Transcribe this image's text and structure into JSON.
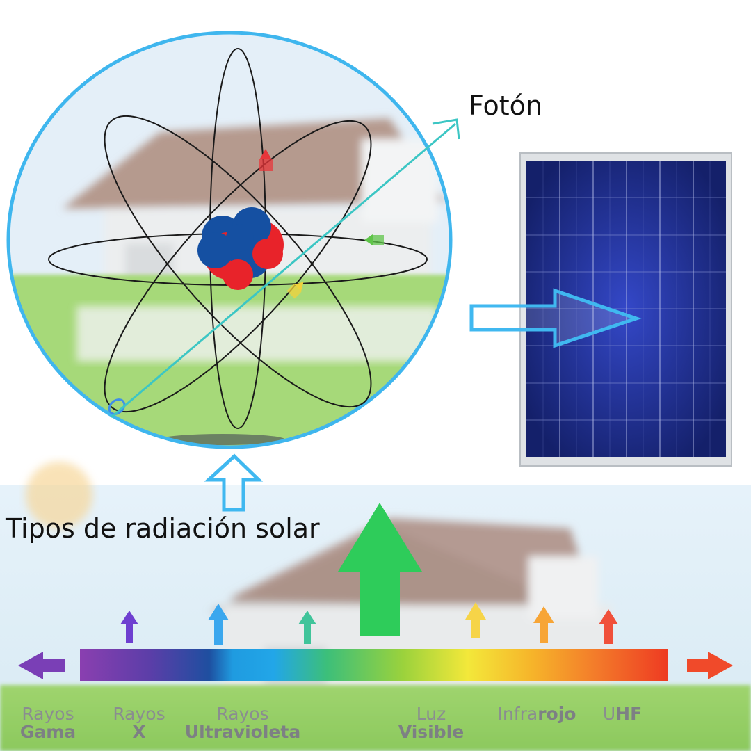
{
  "labels": {
    "photon": "Fotón",
    "solar_types": "Tipos de radiación solar"
  },
  "spectrum_labels": [
    {
      "line1": "Rayos",
      "line2": "Gama"
    },
    {
      "line1": "Rayos",
      "line2": "X"
    },
    {
      "line1": "Rayos",
      "line2": "Ultravioleta"
    },
    {
      "line1": "Luz",
      "line2": "Visible"
    },
    {
      "infra_thin": "Infra",
      "infra_bold": "rojo"
    },
    {
      "u_thin": "U",
      "u_bold": "HF"
    }
  ],
  "colors": {
    "circle_border": "#3fb6ee",
    "outline_arrow": "#40b8f0",
    "photon_line": "#3cc6c4",
    "panel_blue": "#1e2f8c",
    "gamma_purple": "#7a3fb6",
    "uhf_red": "#f04a2a",
    "visible_green": "#2ecc5a"
  }
}
